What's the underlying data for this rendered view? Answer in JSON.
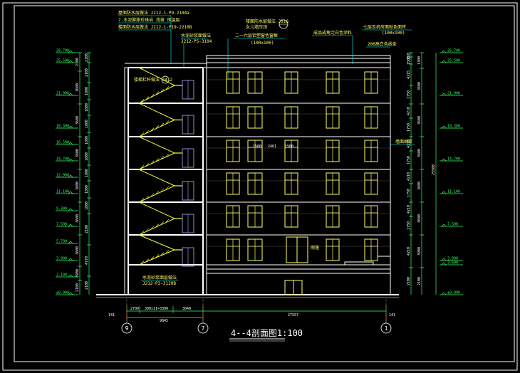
{
  "drawing": {
    "title": "4--4剖面图1:100",
    "colors": {
      "background": "#000000",
      "frame": "#ffffff",
      "wall": "#ffffff",
      "window": "#ffff66",
      "window_alt": "#b0b0ff",
      "stair": "#ffff33",
      "slab": "#ffffff",
      "dim": "#33ff66",
      "dim_text": "#ffffff",
      "anno": "#00ffff",
      "anno_text": "#ffff66",
      "level": "#33ff66",
      "axis": "#ffffff",
      "red": "#ff3333"
    },
    "annotations_top_left": [
      "屋面防水层做法 J212-1-P9-2104a",
      "7.水泥膨胀珍珠岩 找坡 保温层",
      "楼面防水层做法 J212-1-P19-2210B"
    ],
    "annotations_top_mid": [
      "楼面防水层做法 J516",
      "女儿墙压顶",
      "二一六层铝塑窗色窗框"
    ],
    "annotations_top_right": [
      "成品成角泛白色涂料",
      "七层及机房面贴色面砖",
      "200高白色线条"
    ],
    "anno_size_mid": "(100x100)",
    "anno_size_right": "(100x100)",
    "anno_mid_small": "水泥砂浆面做法",
    "anno_mid_small_code": "J212-P5-3104",
    "anno_stair": "楼梯栏杆做法 J412",
    "anno_railing": "墙面刷漆",
    "anno_bottom": "水泥砂浆面层做法",
    "anno_bottom_code": "J212-P3-3120B",
    "anno_canopy": "雨篷",
    "levels_left": [
      "26.700",
      "25.500",
      "21.900",
      "18.300",
      "16.500",
      "14.700",
      "12.900",
      "11.100",
      "9.300",
      "7.500",
      "5.700",
      "3.900",
      "2.100",
      "±0.000"
    ],
    "levels_right": [
      "26.700",
      "25.500",
      "21.900",
      "18.300",
      "14.700",
      "11.100",
      "7.500",
      "3.900",
      "3.600",
      "±0.000"
    ],
    "dims_left_inner": [
      "2100",
      "2100",
      "1800",
      "1800",
      "1800",
      "1800",
      "1800",
      "1800",
      "1800",
      "1800",
      "2100",
      "4770",
      "2100"
    ],
    "dims_left_outer": [
      "2100",
      "3600",
      "3600",
      "3600",
      "3600",
      "3600",
      "3600",
      "3900",
      "2100"
    ],
    "dims_right_inner": [
      "210",
      "1500",
      "4215",
      "1750",
      "4210",
      "1750",
      "4210",
      "1750",
      "4210",
      "1750",
      "4210",
      "1750",
      "4210",
      "2100"
    ],
    "dims_right_outer": [
      "1300",
      "3600",
      "3600",
      "3600",
      "3600",
      "3600",
      "3900",
      "2100"
    ],
    "dims_right_total": "25500",
    "dims_bottom": [
      "2700",
      "300x11=3300",
      "3040",
      "9845",
      "27557"
    ],
    "dim_141_left": "141",
    "dim_141_right": "141",
    "axes": [
      "9",
      "7",
      "1"
    ],
    "window_dims": [
      "1500",
      "2461",
      "1500"
    ]
  }
}
